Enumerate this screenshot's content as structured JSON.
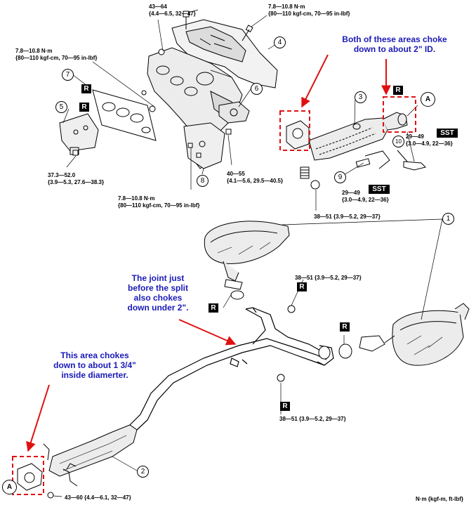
{
  "specs": {
    "s1_line1": "43—64",
    "s1_line2": "{4.4—6.5, 32—47}",
    "s2_line1": "7.8—10.8 N·m",
    "s2_line2": "{80—110 kgf-cm, 70—95 in-lbf}",
    "s3_line1": "7.8—10.8 N·m",
    "s3_line2": "{80—110 kgf-cm, 70—95 in-lbf}",
    "s4_line1": "37.3—52.0",
    "s4_line2": "{3.9—5.3, 27.6—38.3}",
    "s5_line1": "40—55",
    "s5_line2": "{4.1—5.6, 29.5—40.5}",
    "s6_line1": "7.8—10.8 N·m",
    "s6_line2": "{80—110 kgf-cm, 70—95 in-lbf}",
    "s7_line1": "29—49",
    "s7_line2": "{3.0—4.9, 22—36}",
    "s8_line1": "29—49",
    "s8_line2": "{3.0—4.9, 22—36}",
    "s9": "38—51 {3.9—5.2, 29—37}",
    "s10": "38—51 {3.9—5.2, 29—37}",
    "s11": "38—51 {3.9—5.2, 29—37}",
    "s12": "43—60 {4.4—6.1, 32—47}"
  },
  "notes": {
    "top_line1": "Both of these areas choke",
    "top_line2": "down to about 2\" ID.",
    "split_line1": "The joint just",
    "split_line2": "before the split",
    "split_line3": "also chokes",
    "split_line4": "down under 2\".",
    "left_line1": "This area chokes",
    "left_line2": "down to about 1 3/4\"",
    "left_line3": "inside diamerter."
  },
  "labels": {
    "r": "R",
    "sst": "SST",
    "a": "A",
    "n1": "1",
    "n2": "2",
    "n3": "3",
    "n4": "4",
    "n5": "5",
    "n6": "6",
    "n7": "7",
    "n8": "8",
    "n9": "9",
    "n10": "10"
  },
  "footer": "N·m {kgf-m, ft-lbf}",
  "colors": {
    "annotation_blue": "#1a1ab8",
    "highlight_red": "#e01010"
  }
}
